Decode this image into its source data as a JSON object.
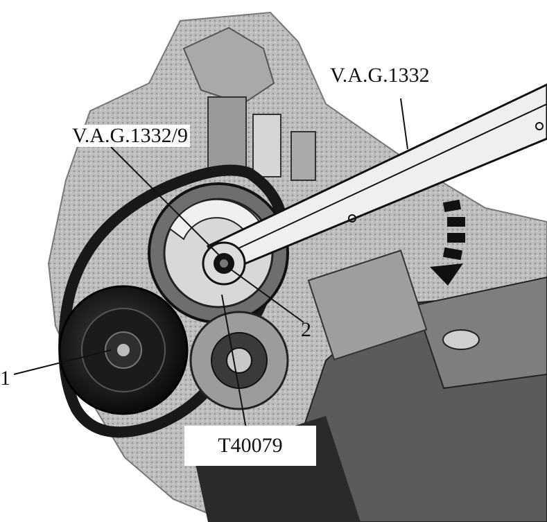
{
  "figure": {
    "labels": {
      "wrench": "V.A.G.1332",
      "adapter": "V.A.G.1332/9",
      "nut": "2",
      "pulley": "1",
      "holder": "T40079"
    },
    "colors": {
      "background": "#ffffff",
      "engine_light": "#cfcfcf",
      "engine_mid": "#8a8a8a",
      "engine_dark": "#1a1a1a",
      "leader": "#111111"
    }
  }
}
